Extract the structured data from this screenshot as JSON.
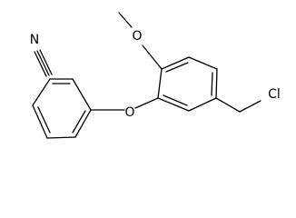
{
  "molecule": {
    "atoms": {
      "nitrogen": "N",
      "ether_oxygen": "O",
      "methoxy_oxygen": "O",
      "chlorine": "Cl"
    },
    "colors": {
      "bond": "#000000",
      "label": "#000000",
      "background": "#ffffff"
    }
  }
}
